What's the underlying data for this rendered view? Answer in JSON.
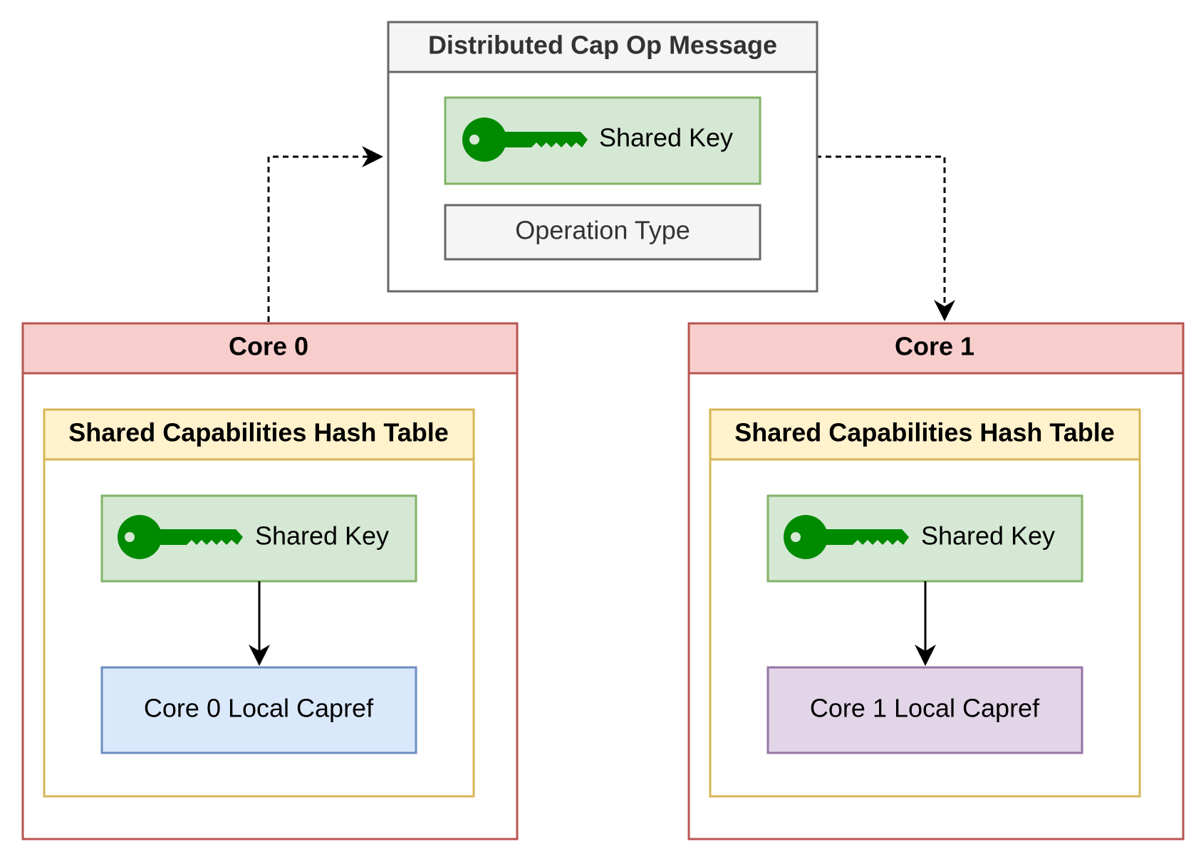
{
  "message": {
    "title": "Distributed Cap Op Message",
    "key_label": "Shared Key",
    "operation_label": "Operation Type"
  },
  "core0": {
    "title": "Core 0",
    "table_title": "Shared Capabilities Hash Table",
    "key_label": "Shared Key",
    "capref_label": "Core 0 Local Capref"
  },
  "core1": {
    "title": "Core 1",
    "table_title": "Shared Capabilities Hash Table",
    "key_label": "Shared Key",
    "capref_label": "Core 1 Local Capref"
  },
  "colors": {
    "message_header": "#f5f5f5",
    "message_border": "#666666",
    "key_fill": "#d5e8d4",
    "key_border": "#82b366",
    "key_icon": "#008a00",
    "core_header": "#f8cecc",
    "core_border": "#b85450",
    "table_header": "#fff2cc",
    "table_border": "#d6b656",
    "capref0_fill": "#dae8fc",
    "capref0_border": "#6c8ebf",
    "capref1_fill": "#e1d5e7",
    "capref1_border": "#9673a6",
    "text_dark": "#333333"
  },
  "icons": [
    "key-icon"
  ]
}
